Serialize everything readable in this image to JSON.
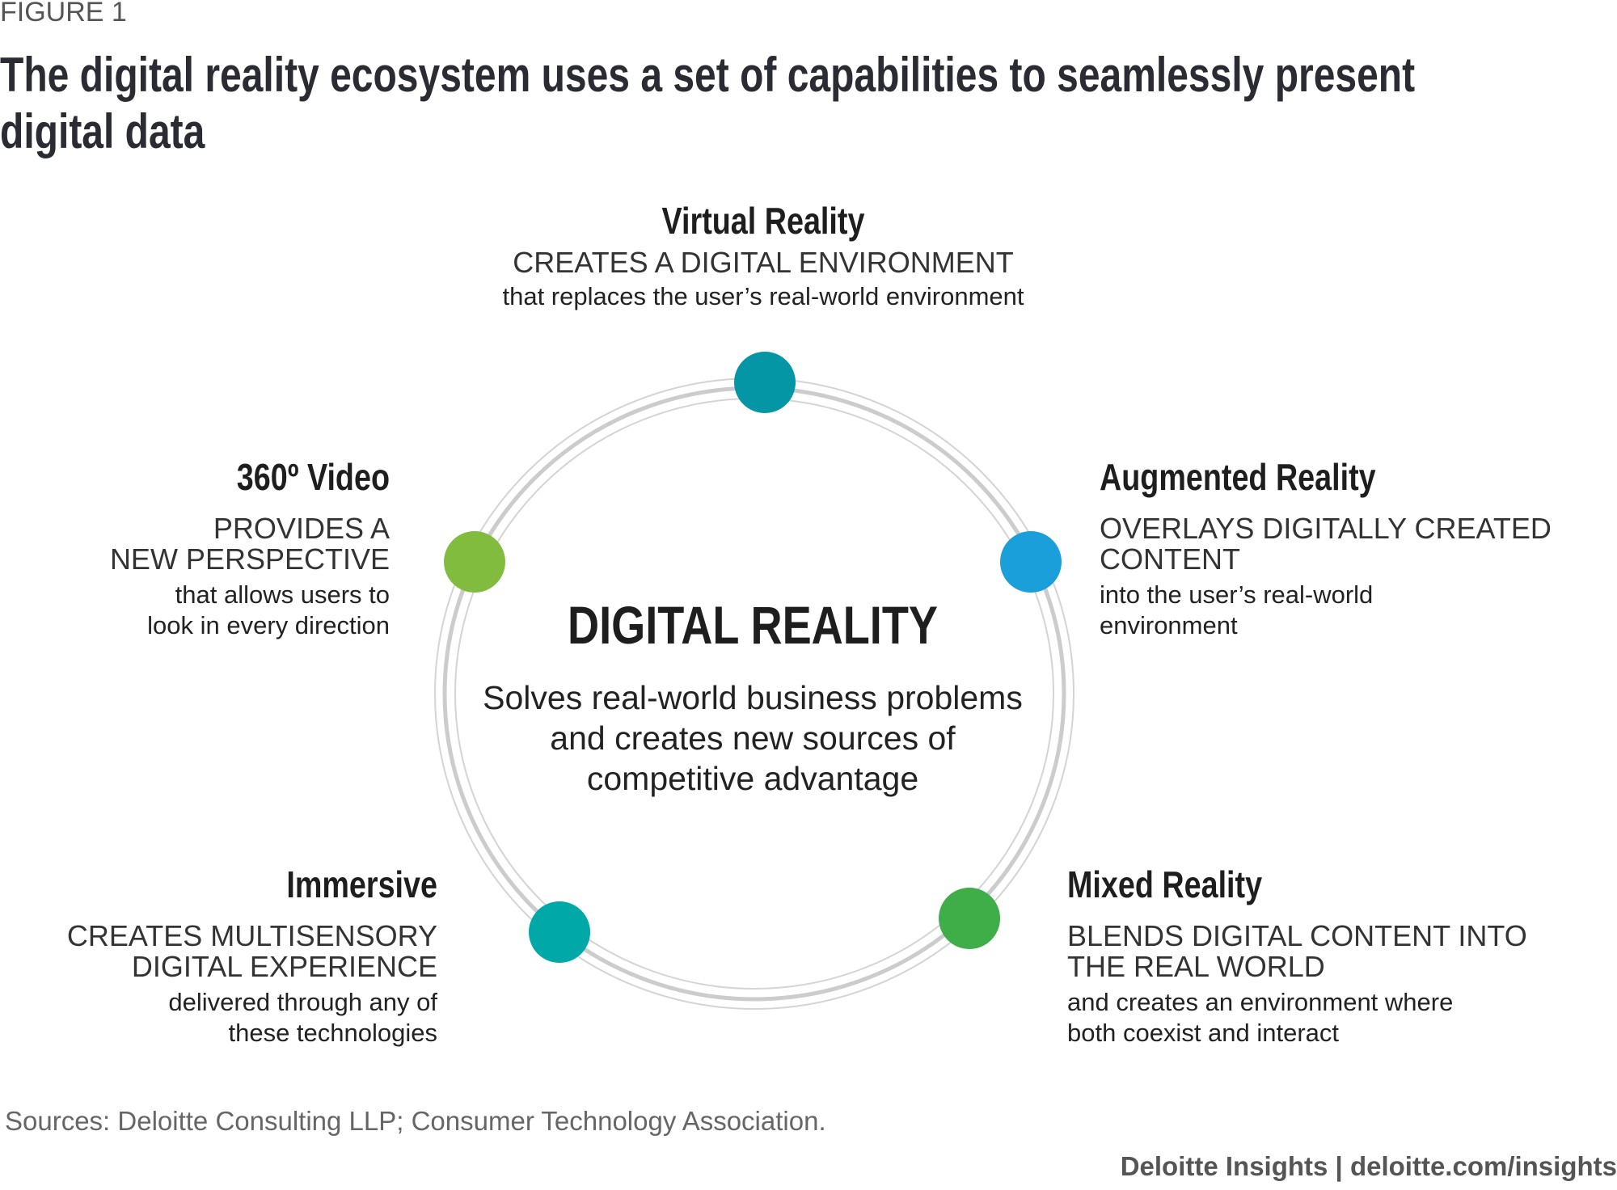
{
  "figure_label": "FIGURE 1",
  "title": {
    "line1": "The digital reality ecosystem uses a set of capabilities to seamlessly present",
    "line2": "digital data"
  },
  "center": {
    "title": "DIGITAL REALITY",
    "body_lines": [
      "Solves real-world business problems",
      "and creates new sources of",
      "competitive advantage"
    ]
  },
  "nodes": {
    "virtual_reality": {
      "title": "Virtual Reality",
      "caps": [
        "CREATES A DIGITAL ENVIRONMENT"
      ],
      "desc": [
        "that replaces the user’s real-world environment"
      ],
      "color": "#0596a6"
    },
    "augmented_reality": {
      "title": "Augmented Reality",
      "caps": [
        "OVERLAYS DIGITALLY CREATED",
        "CONTENT"
      ],
      "desc": [
        "into the user’s real-world",
        "environment"
      ],
      "color": "#1a9fdb"
    },
    "mixed_reality": {
      "title": "Mixed Reality",
      "caps": [
        "BLENDS DIGITAL CONTENT INTO",
        "THE REAL WORLD"
      ],
      "desc": [
        "and creates an environment where",
        "both coexist and interact"
      ],
      "color": "#3fae49"
    },
    "immersive": {
      "title": "Immersive",
      "caps": [
        "CREATES MULTISENSORY",
        "DIGITAL EXPERIENCE"
      ],
      "desc": [
        "delivered through any of",
        "these technologies"
      ],
      "color": "#00a8a8"
    },
    "video_360": {
      "title": "360º Video",
      "caps": [
        "PROVIDES A",
        "NEW PERSPECTIVE"
      ],
      "desc": [
        "that allows users to",
        "look in every direction"
      ],
      "color": "#82bc3f"
    }
  },
  "sources": "Sources: Deloitte Consulting LLP; Consumer Technology Association.",
  "footer": "Deloitte Insights | deloitte.com/insights"
}
